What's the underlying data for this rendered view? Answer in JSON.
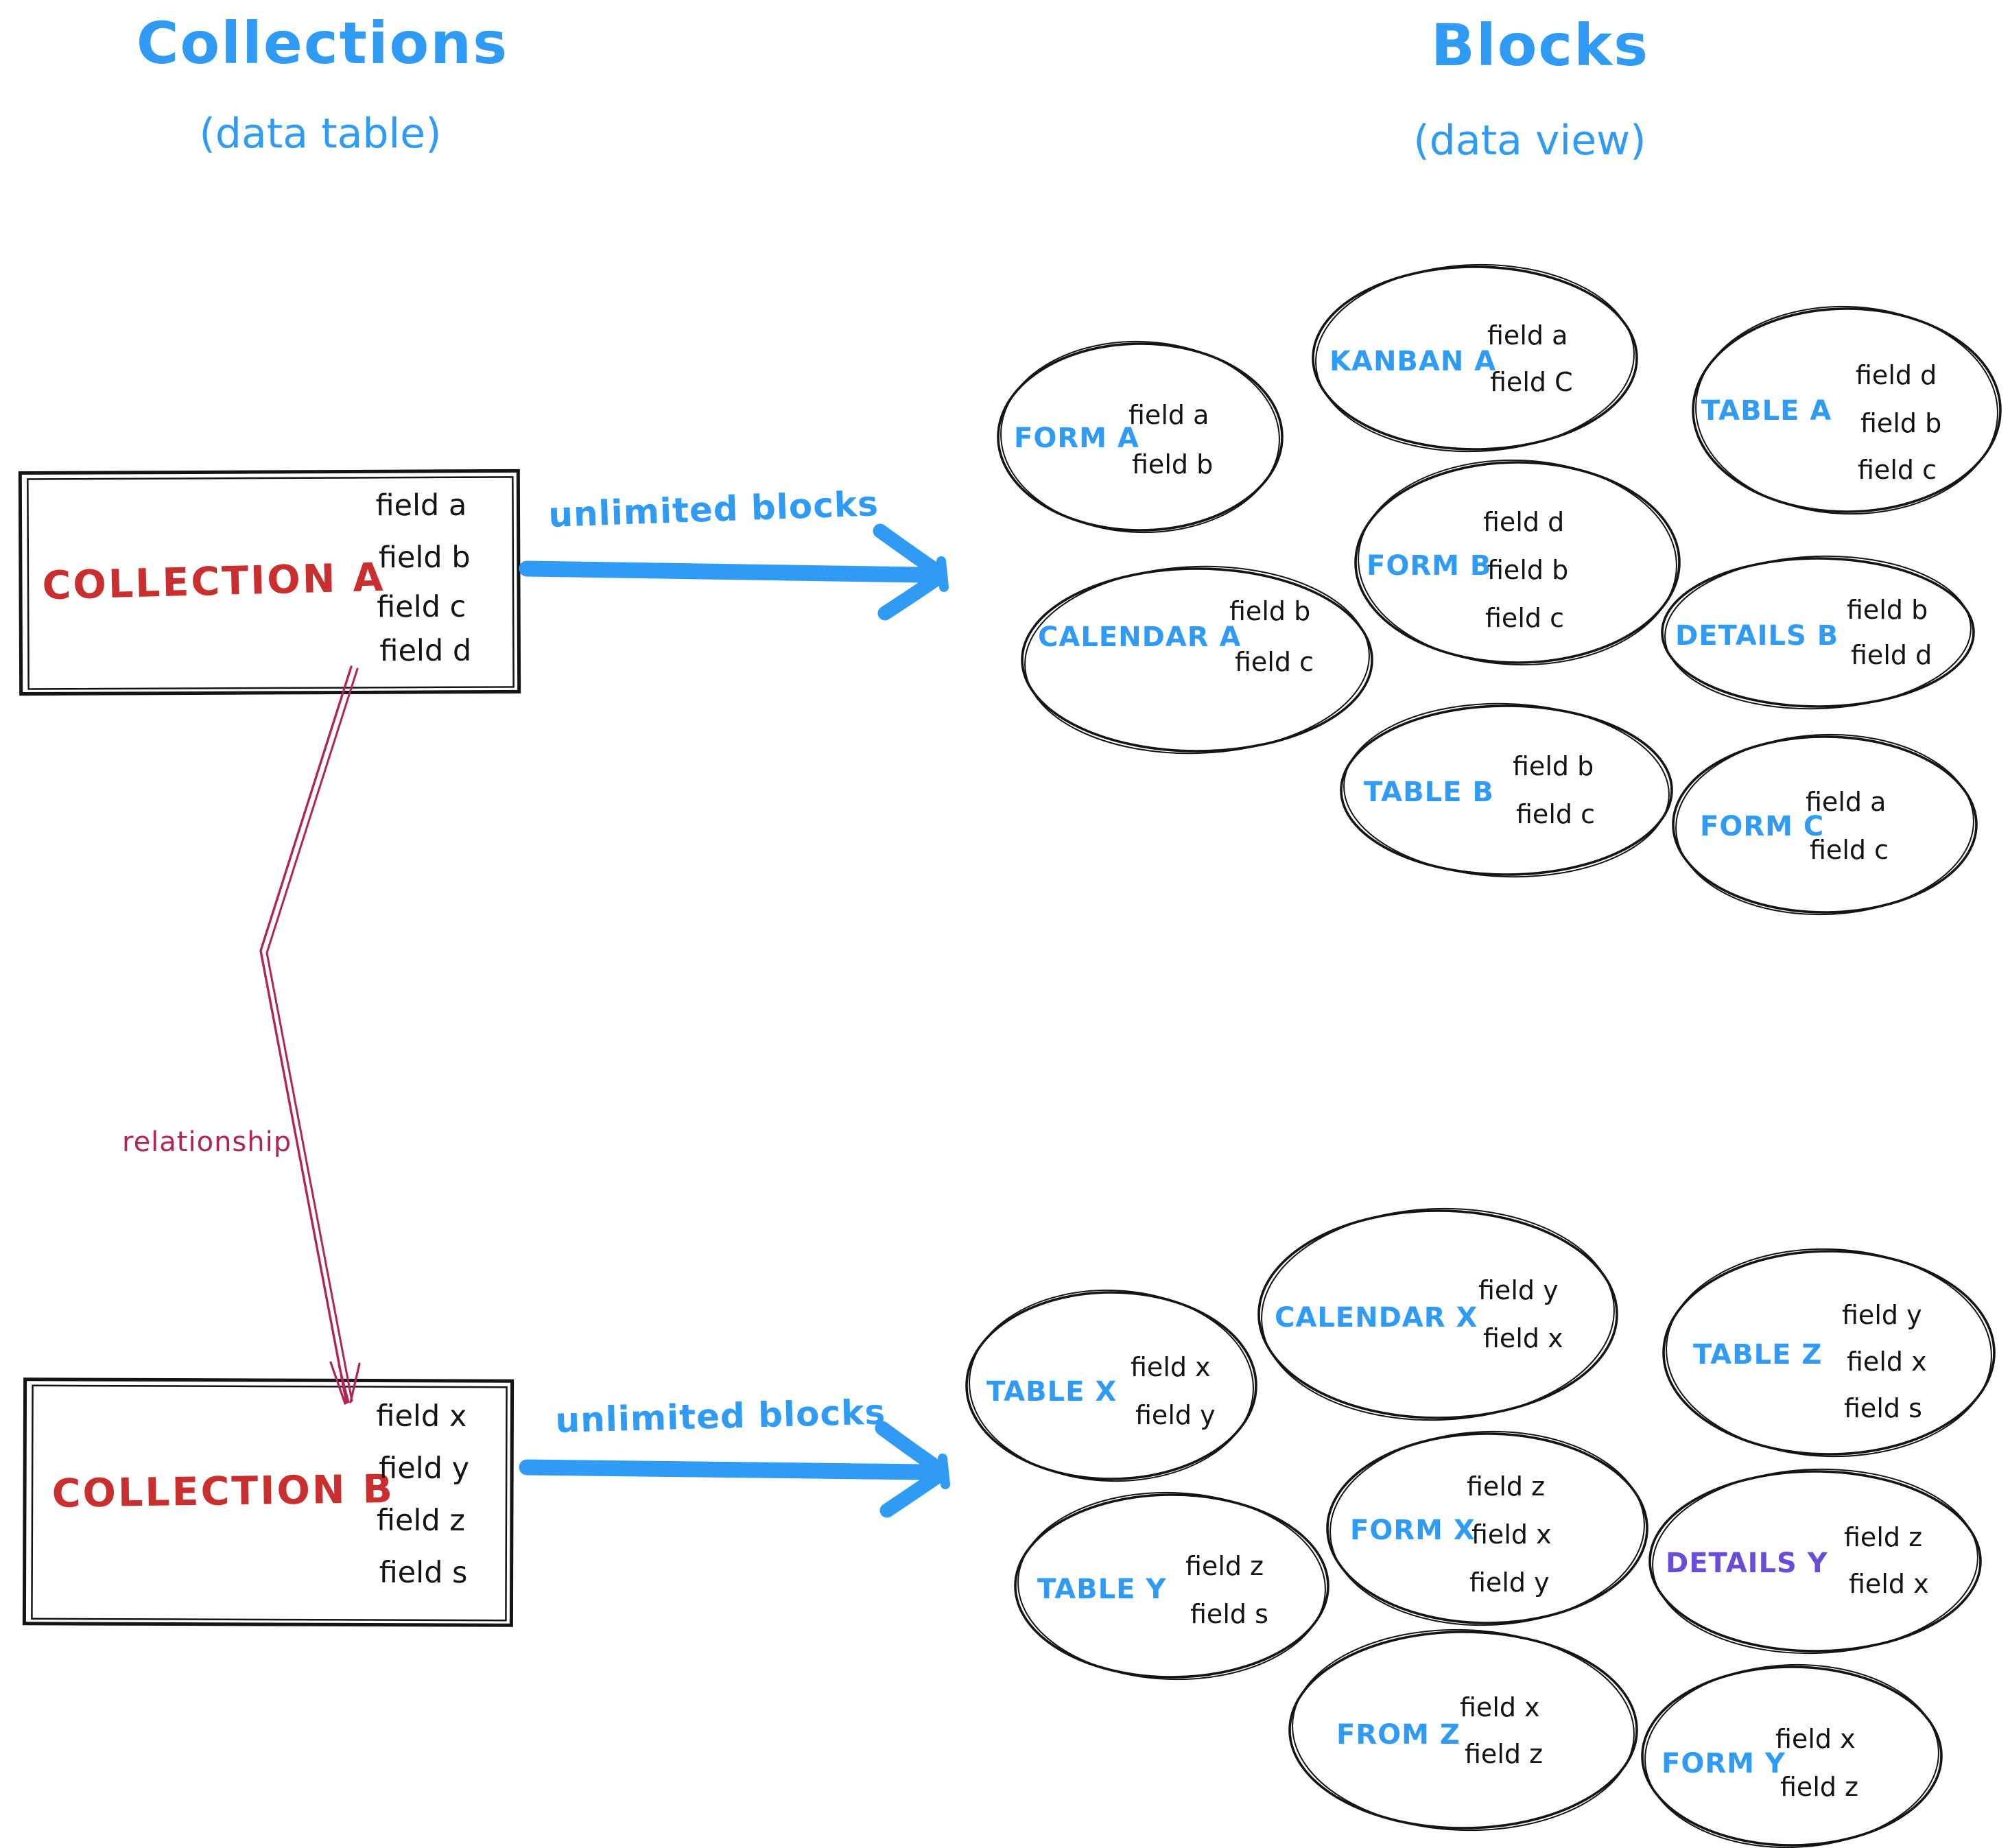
{
  "titles": {
    "left": {
      "title": "Collections",
      "subtitle": "(data table)"
    },
    "right": {
      "title": "Blocks",
      "subtitle": "(data view)"
    }
  },
  "colors": {
    "accent_blue": "#2f9bf4",
    "collection_red": "#c92f2e",
    "relationship_pink": "#b22454",
    "details_purple": "#694dd9",
    "ink": "#141414"
  },
  "collections": [
    {
      "name": "COLLECTION A",
      "fields": [
        "field a",
        "field b",
        "field c",
        "field d"
      ]
    },
    {
      "name": "COLLECTION B",
      "fields": [
        "field x",
        "field y",
        "field z",
        "field s"
      ]
    }
  ],
  "arrows": {
    "top_label": "unlimited blocks",
    "bottom_label": "unlimited blocks",
    "relationship_label": "relationship"
  },
  "blocks_top": [
    {
      "label": "FORM A",
      "fields": [
        "field a",
        "field b"
      ]
    },
    {
      "label": "KANBAN A",
      "fields": [
        "field a",
        "field C"
      ]
    },
    {
      "label": "TABLE A",
      "fields": [
        "field d",
        "field b",
        "field c"
      ]
    },
    {
      "label": "CALENDAR A",
      "fields": [
        "field b",
        "field c"
      ]
    },
    {
      "label": "FORM B",
      "fields": [
        "field d",
        "field b",
        "field c"
      ]
    },
    {
      "label": "DETAILS B",
      "fields": [
        "field b",
        "field d"
      ]
    },
    {
      "label": "TABLE B",
      "fields": [
        "field b",
        "field c"
      ]
    },
    {
      "label": "FORM C",
      "fields": [
        "field a",
        "field c"
      ]
    }
  ],
  "blocks_bottom": [
    {
      "label": "TABLE X",
      "fields": [
        "field x",
        "field y"
      ]
    },
    {
      "label": "CALENDAR X",
      "fields": [
        "field y",
        "field x"
      ]
    },
    {
      "label": "TABLE Z",
      "fields": [
        "field y",
        "field x",
        "field s"
      ]
    },
    {
      "label": "FORM X",
      "fields": [
        "field z",
        "field x",
        "field y"
      ]
    },
    {
      "label": "TABLE Y",
      "fields": [
        "field z",
        "field s"
      ]
    },
    {
      "label": "DETAILS Y",
      "fields": [
        "field z",
        "field x"
      ]
    },
    {
      "label": "FROM Z",
      "fields": [
        "field x",
        "field z"
      ]
    },
    {
      "label": "FORM Y",
      "fields": [
        "field x",
        "field z"
      ]
    }
  ]
}
